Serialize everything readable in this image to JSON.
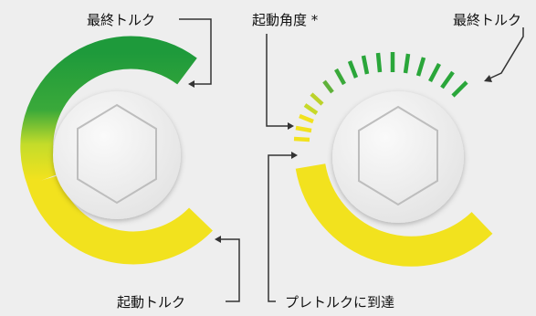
{
  "left_diagram": {
    "label_top": "最終トルク",
    "label_bottom": "起動トルク"
  },
  "right_diagram": {
    "label_top_left": "起動角度 *",
    "label_top_right": "最終トルク",
    "label_bottom": "プレトルクに到達"
  },
  "colors": {
    "green": "#2aa63a",
    "yellow": "#f2e21e",
    "background": "#eeeeee",
    "bolt_face": "#f3f3f3"
  }
}
